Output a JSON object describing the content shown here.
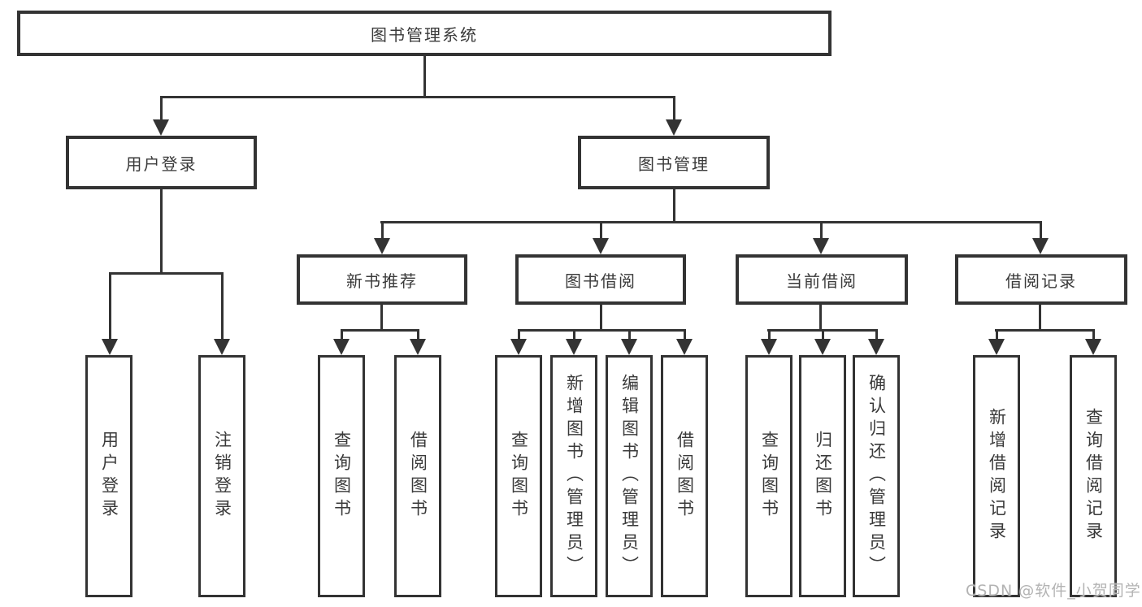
{
  "diagram_title": "图书管理系统",
  "nodes": {
    "root": "图书管理系统",
    "user_login": "用户登录",
    "book_management": "图书管理",
    "new_book_recommend": "新书推荐",
    "book_borrow": "图书借阅",
    "current_borrow": "当前借阅",
    "borrow_records": "借阅记录",
    "leaf_user_login": "用户登录",
    "leaf_logout": "注销登录",
    "leaf_newbook_query": "查询图书",
    "leaf_newbook_borrow": "借阅图书",
    "leaf_borrow_query": "查询图书",
    "leaf_borrow_add_admin": "新增图书（管理员）",
    "leaf_borrow_edit_admin": "编辑图书（管理员）",
    "leaf_borrow_borrow": "借阅图书",
    "leaf_current_query": "查询图书",
    "leaf_current_return": "归还图书",
    "leaf_current_confirm_admin": "确认归还（管理员）",
    "leaf_records_add": "新增借阅记录",
    "leaf_records_query": "查询借阅记录"
  },
  "watermark": "CSDN @软件_小贺同学",
  "colors": {
    "line": "#333333",
    "text": "#3a3a3a",
    "box-fill": "#ffffff",
    "watermark": "#b3b3b3",
    "background": "#ffffff"
  }
}
